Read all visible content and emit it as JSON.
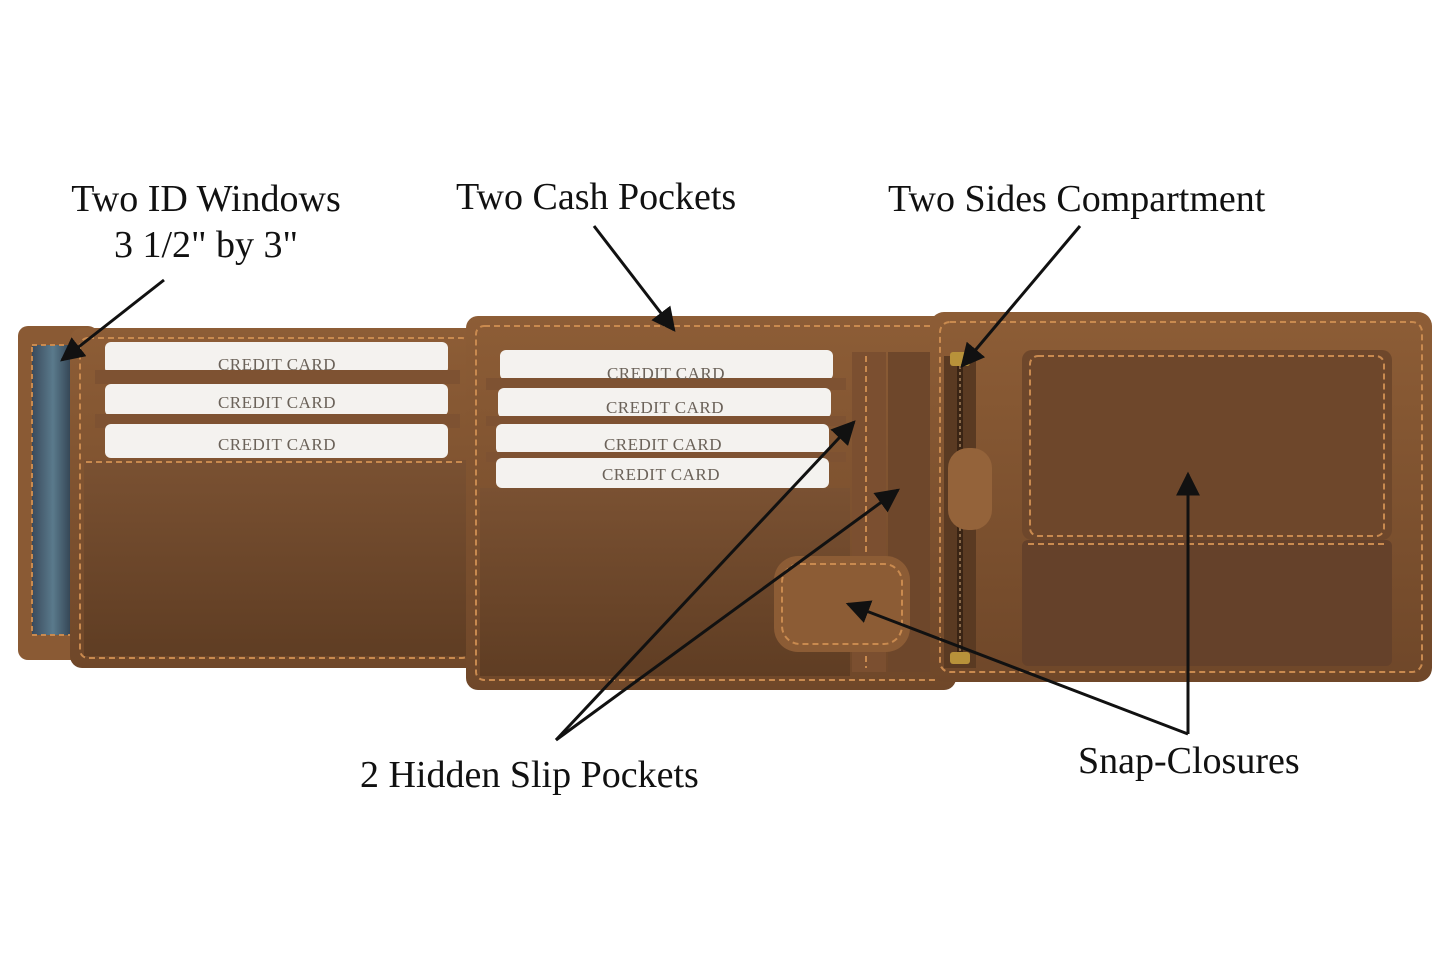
{
  "annotations": {
    "id_windows": {
      "line1": "Two ID Windows",
      "line2": "3 1/2\" by 3\""
    },
    "cash_pockets": "Two Cash Pockets",
    "sides_compartment": "Two Sides Compartment",
    "hidden_slip_pockets": "2 Hidden Slip Pockets",
    "snap_closures": "Snap-Closures"
  },
  "card_slots": {
    "left_panel": [
      "CREDIT CARD",
      "CREDIT CARD",
      "CREDIT CARD"
    ],
    "middle_panel": [
      "CREDIT CARD",
      "CREDIT CARD",
      "CREDIT CARD",
      "CREDIT CARD"
    ]
  },
  "colors": {
    "leather": "#8a5a34",
    "leather_dark": "#6b4428",
    "leather_light": "#a06b3e",
    "stitch": "#c98a4f",
    "card": "#f4f2ef",
    "arrow": "#111111"
  }
}
